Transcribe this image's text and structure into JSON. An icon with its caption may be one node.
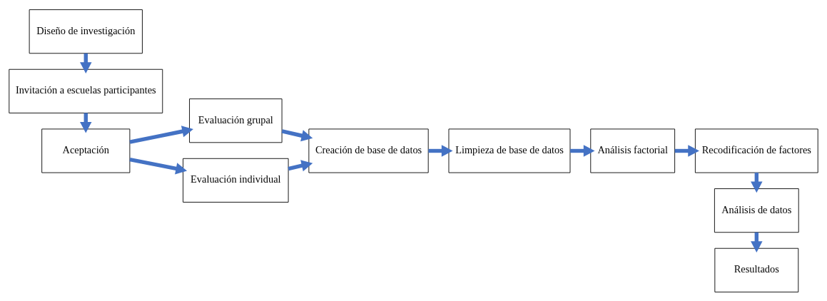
{
  "diagram": {
    "nodes": [
      {
        "text": [
          "Diseño de investigación"
        ]
      },
      {
        "text": [
          "Invitación a escuelas participantes"
        ]
      },
      {
        "text": [
          "Aceptación"
        ]
      },
      {
        "text": [
          "Evaluación grupal"
        ]
      },
      {
        "text": [
          "Evaluación individual"
        ]
      },
      {
        "text": [
          "Creación de base de datos"
        ]
      },
      {
        "text": [
          "Limpieza de base de datos"
        ]
      },
      {
        "text": [
          "Análisis factorial"
        ]
      },
      {
        "text": [
          "Recodificación de factores"
        ]
      },
      {
        "text": [
          "Análisis de datos"
        ]
      },
      {
        "text": [
          "Resultados"
        ]
      }
    ],
    "edges": [
      {
        "from": 0,
        "to": 1,
        "arrow": "to"
      },
      {
        "from": 1,
        "to": 2,
        "arrow": "to"
      },
      {
        "from": 2,
        "to": 3,
        "arrow": "to"
      },
      {
        "from": 2,
        "to": 4,
        "arrow": "to"
      },
      {
        "from": 3,
        "to": 5,
        "arrow": "to"
      },
      {
        "from": 4,
        "to": 5,
        "arrow": "to"
      },
      {
        "from": 5,
        "to": 6,
        "arrow": "to"
      },
      {
        "from": 6,
        "to": 7,
        "arrow": "to"
      },
      {
        "from": 7,
        "to": 8,
        "arrow": "to"
      },
      {
        "from": 8,
        "to": 9,
        "arrow": "to"
      },
      {
        "from": 9,
        "to": 10,
        "arrow": "to"
      }
    ]
  }
}
